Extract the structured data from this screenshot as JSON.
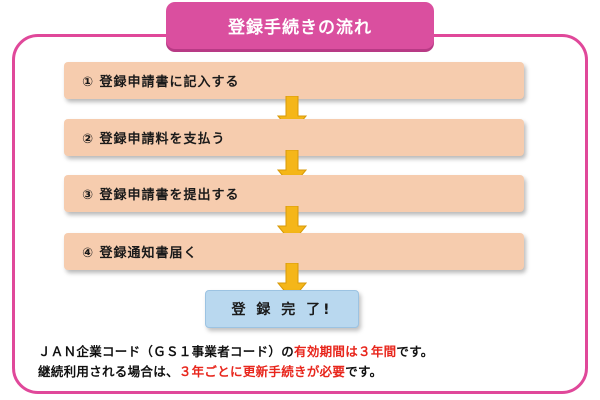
{
  "title": "登録手続きの流れ",
  "steps": [
    "① 登録申請書に記入する",
    "② 登録申請料を支払う",
    "③ 登録申請書を提出する",
    "④ 登録通知書届く"
  ],
  "completion": "登 録 完 了!",
  "note": {
    "line1": {
      "pre": "ＪＡＮ企業コード（ＧＳ１事業者コード）の",
      "highlight": "有効期間は３年間",
      "post": "です。"
    },
    "line2": {
      "pre": "継続利用される場合は、",
      "highlight": "３年ごとに更新手続きが必要",
      "post": "です。"
    }
  },
  "colors": {
    "frame": "#e0489a",
    "title_bg": "#da4f9f",
    "step_bg": "#f6ccae",
    "arrow": "#f5b619",
    "complete_bg": "#b9d8ef",
    "highlight_text": "#e8261c"
  }
}
